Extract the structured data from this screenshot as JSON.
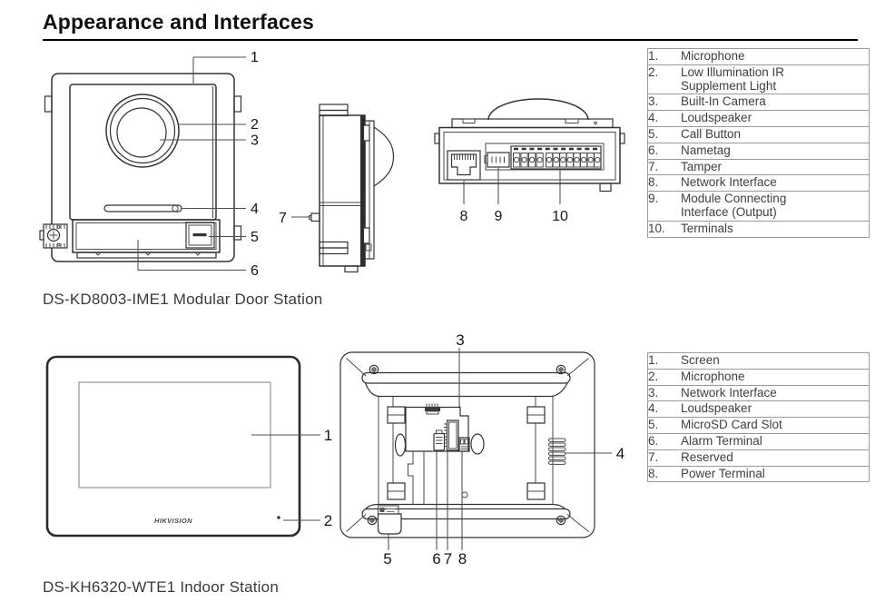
{
  "page": {
    "title": "Appearance and Interfaces"
  },
  "colors": {
    "ink": "#333333",
    "table_border": "#9b9b9b",
    "text": "#3f3f3f"
  },
  "door_station": {
    "caption": "DS-KD8003-IME1 Modular Door Station",
    "nums": [
      "1",
      "2",
      "3",
      "4",
      "5",
      "6",
      "7",
      "8",
      "9",
      "10"
    ],
    "parts": [
      {
        "n": "1.",
        "t": "Microphone"
      },
      {
        "n": "2.",
        "t": "Low Illumination IR\nSupplement Light"
      },
      {
        "n": "3.",
        "t": "Built-In Camera"
      },
      {
        "n": "4.",
        "t": "Loudspeaker"
      },
      {
        "n": "5.",
        "t": "Call Button"
      },
      {
        "n": "6.",
        "t": "Nametag"
      },
      {
        "n": "7.",
        "t": "Tamper"
      },
      {
        "n": "8.",
        "t": "Network Interface"
      },
      {
        "n": "9.",
        "t": "Module Connecting\nInterface (Output)"
      },
      {
        "n": "10.",
        "t": "Terminals"
      }
    ]
  },
  "indoor_station": {
    "caption": "DS-KH6320-WTE1 Indoor Station",
    "logo": "HIKVISION",
    "nums": [
      "1",
      "2",
      "3",
      "4",
      "5",
      "6",
      "7",
      "8"
    ],
    "parts": [
      {
        "n": "1.",
        "t": "Screen"
      },
      {
        "n": "2.",
        "t": "Microphone"
      },
      {
        "n": "3.",
        "t": "Network Interface"
      },
      {
        "n": "4.",
        "t": "Loudspeaker"
      },
      {
        "n": "5.",
        "t": "MicroSD Card Slot"
      },
      {
        "n": "6.",
        "t": "Alarm Terminal"
      },
      {
        "n": "7.",
        "t": "Reserved"
      },
      {
        "n": "8.",
        "t": "Power Terminal"
      }
    ]
  }
}
